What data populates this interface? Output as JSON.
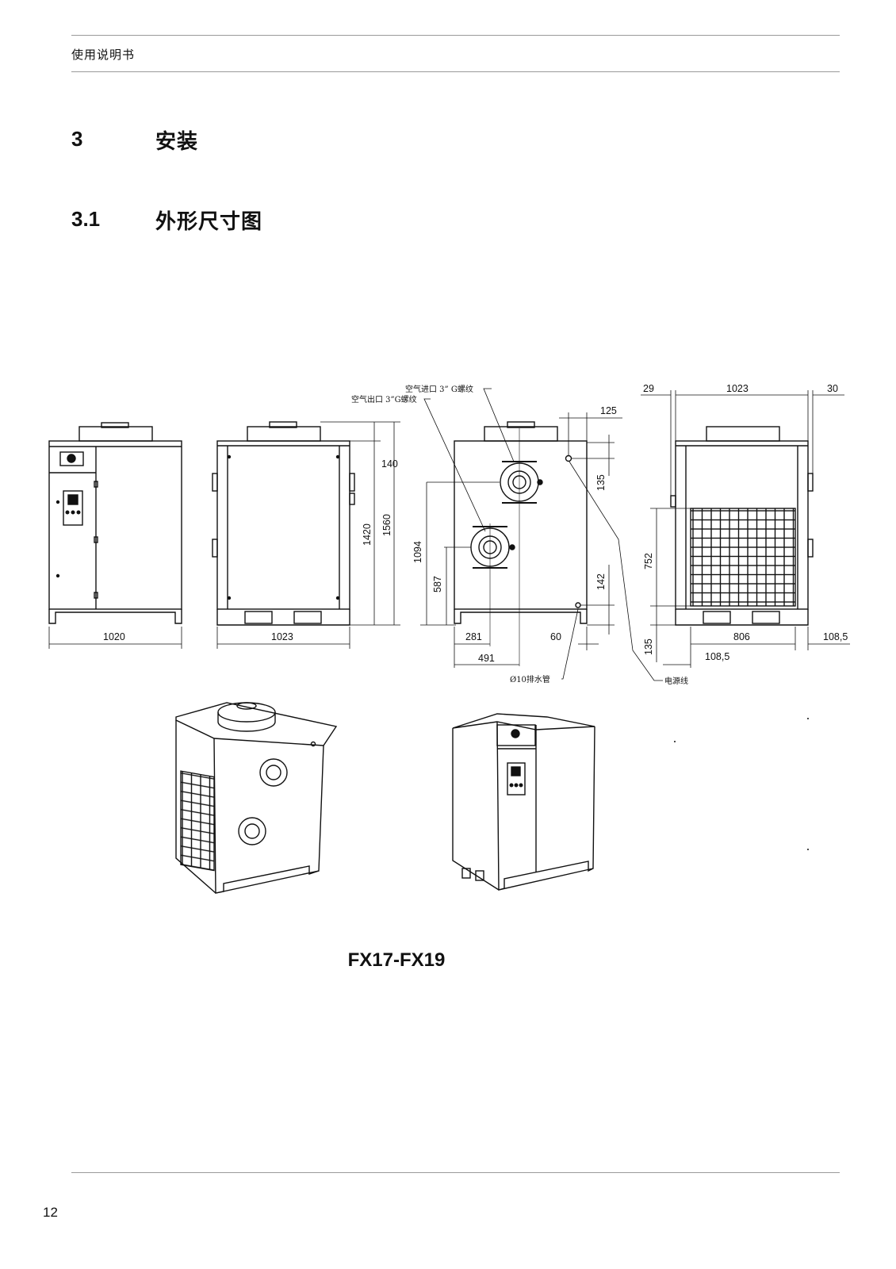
{
  "header": {
    "title": "使用说明书"
  },
  "section": {
    "number": "3",
    "title": "安装"
  },
  "subsection": {
    "number": "3.1",
    "title": "外形尺寸图"
  },
  "drawing": {
    "callouts": {
      "air_inlet": "空气进口 3” G螺纹",
      "air_outlet": "空气出口 3”G螺纹",
      "drain": "Ø10排水管",
      "power_cable": "电源线"
    },
    "dimensions": {
      "view1_width": "1020",
      "view2_width": "1023",
      "view2_top": "140",
      "view2_body_height": "1420",
      "view2_total_height": "1560",
      "view3_top_offset": "125",
      "view3_power_height": "135",
      "view3_outlet_height": "1094",
      "view3_inlet_height": "587",
      "view3_drain_height": "142",
      "view3_inlet_x": "281",
      "view3_drain_x": "60",
      "view3_outlet_x": "491",
      "view4_left_gap": "29",
      "view4_width": "1023",
      "view4_right_gap": "30",
      "view4_grille_height": "752",
      "view4_bottom_height": "135",
      "view4_grille_width": "806",
      "view4_right_margin": "108,5",
      "view4_left_margin": "108,5"
    }
  },
  "model": "FX17-FX19",
  "page_number": "12"
}
